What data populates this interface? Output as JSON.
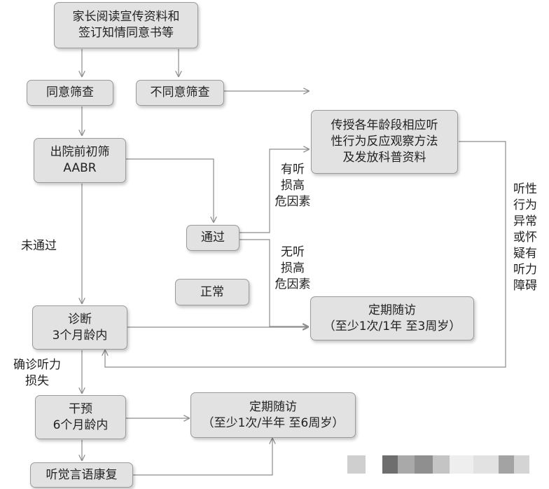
{
  "nodes": {
    "n1": {
      "l1": "家长阅读宣传资料和",
      "l2": "签订知情同意书等"
    },
    "agree": {
      "l1": "同意筛查"
    },
    "disagree": {
      "l1": "不同意筛查"
    },
    "teach": {
      "l1": "传授各年龄段相应听",
      "l2": "性行为反应观察方法",
      "l3": "及发放科普资料"
    },
    "screen": {
      "l1": "出院前初筛",
      "l2": "AABR"
    },
    "pass": {
      "l1": "通过"
    },
    "normal": {
      "l1": "正常"
    },
    "diag": {
      "l1": "诊断",
      "l2": "3个月龄内"
    },
    "follow1": {
      "l1": "定期随访",
      "l2": "（至少1次/1年 至3周岁）"
    },
    "interv": {
      "l1": "干预",
      "l2": "6个月龄内"
    },
    "follow2": {
      "l1": "定期随访",
      "l2": "（至少1次/半年 至6周岁）"
    },
    "rehab": {
      "l1": "听觉言语康复"
    }
  },
  "labels": {
    "risk": [
      "有听",
      "损高",
      "危因素"
    ],
    "norisk": [
      "无听",
      "损高",
      "危因素"
    ],
    "notpass": "未通过",
    "confirm": [
      "确诊听力",
      "损失"
    ],
    "abnormal": [
      "听性",
      "行为",
      "异常",
      "或怀",
      "疑有",
      "听力",
      "障碍"
    ]
  }
}
